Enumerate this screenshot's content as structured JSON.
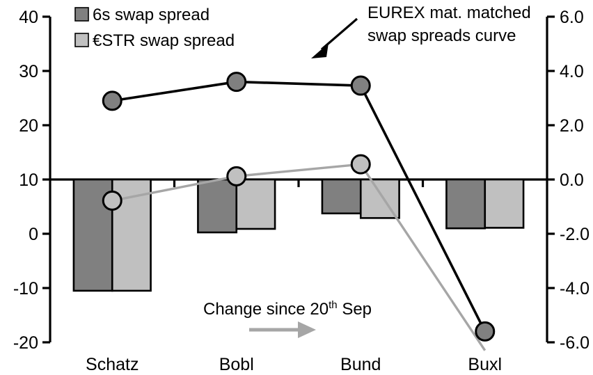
{
  "chart_data": {
    "type": "bar",
    "title": "",
    "subtitle": "",
    "xlabel": "",
    "ylabel": "",
    "categories": [
      "Schatz",
      "Bobl",
      "Bund",
      "Buxl"
    ],
    "grid": false,
    "legend_position": "top-left",
    "left_axis": {
      "name": "left-axis",
      "ticks": [
        "40",
        "30",
        "20",
        "10",
        "0",
        "-10",
        "-20"
      ],
      "values": [
        40,
        30,
        20,
        10,
        0,
        -10,
        -20
      ],
      "ylim": [
        -20,
        40
      ]
    },
    "right_axis": {
      "name": "right-axis",
      "ticks": [
        "6.0",
        "4.0",
        "2.0",
        "0.0",
        "-2.0",
        "-4.0",
        "-6.0"
      ],
      "values": [
        6.0,
        4.0,
        2.0,
        0.0,
        -2.0,
        -4.0,
        -6.0
      ],
      "ylim": [
        -6.0,
        6.0
      ]
    },
    "series": [
      {
        "name": "6s swap spread",
        "kind": "bar",
        "axis": "right",
        "color": "#808080",
        "values": [
          -4.1,
          -1.95,
          -1.25,
          -1.8
        ]
      },
      {
        "name": "€STR swap spread",
        "kind": "bar",
        "axis": "right",
        "color": "#c0c0c0",
        "values": [
          -4.1,
          -1.82,
          -1.42,
          -1.78
        ]
      },
      {
        "name": "EUREX mat. matched swap spreads curve",
        "kind": "line",
        "axis": "left",
        "color": "#000000",
        "marker_fill": "#808080",
        "values": [
          24.5,
          28.0,
          27.3,
          -18.0
        ]
      },
      {
        "name": "Change since 20th Sep curve",
        "kind": "line",
        "axis": "left",
        "color": "#a6a6a6",
        "marker_fill": "#c0c0c0",
        "values": [
          6.1,
          10.6,
          12.8,
          -21.5
        ]
      }
    ]
  },
  "legend": {
    "items": [
      {
        "label": "6s swap spread",
        "color": "#808080"
      },
      {
        "label": "€STR swap spread",
        "color": "#c0c0c0"
      }
    ]
  },
  "annotations": {
    "curve_note_line1": "EUREX mat. matched",
    "curve_note_line2": "swap spreads curve",
    "change_note_main": "Change since 20",
    "change_note_sup": "th",
    "change_note_tail": " Sep"
  }
}
